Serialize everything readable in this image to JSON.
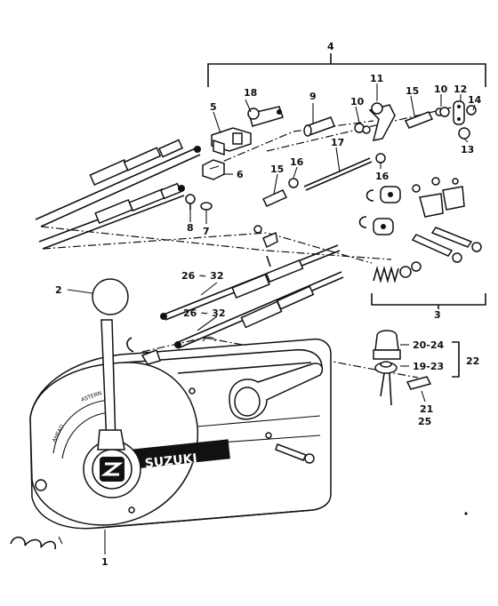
{
  "brand": "SUZUKI",
  "dial_text": {
    "ahead": "AHEAD",
    "astern": "ASTERN"
  },
  "callouts": {
    "p1": "1",
    "p2": "2",
    "p3": "3",
    "p4": "4",
    "p5": "5",
    "p6": "6",
    "p7": "7",
    "p8": "8",
    "p9": "9",
    "p10a": "10",
    "p10b": "10",
    "p11": "11",
    "p12": "12",
    "p13": "13",
    "p14": "14",
    "p15a": "15",
    "p15b": "15",
    "p16a": "16",
    "p16b": "16",
    "p17": "17",
    "p18": "18",
    "p19_23": "19-23",
    "p20_24": "20-24",
    "p21": "21",
    "p22": "22",
    "p25": "25",
    "p26_32a": "26 ~ 32",
    "p26_32b": "26 ~ 32"
  }
}
